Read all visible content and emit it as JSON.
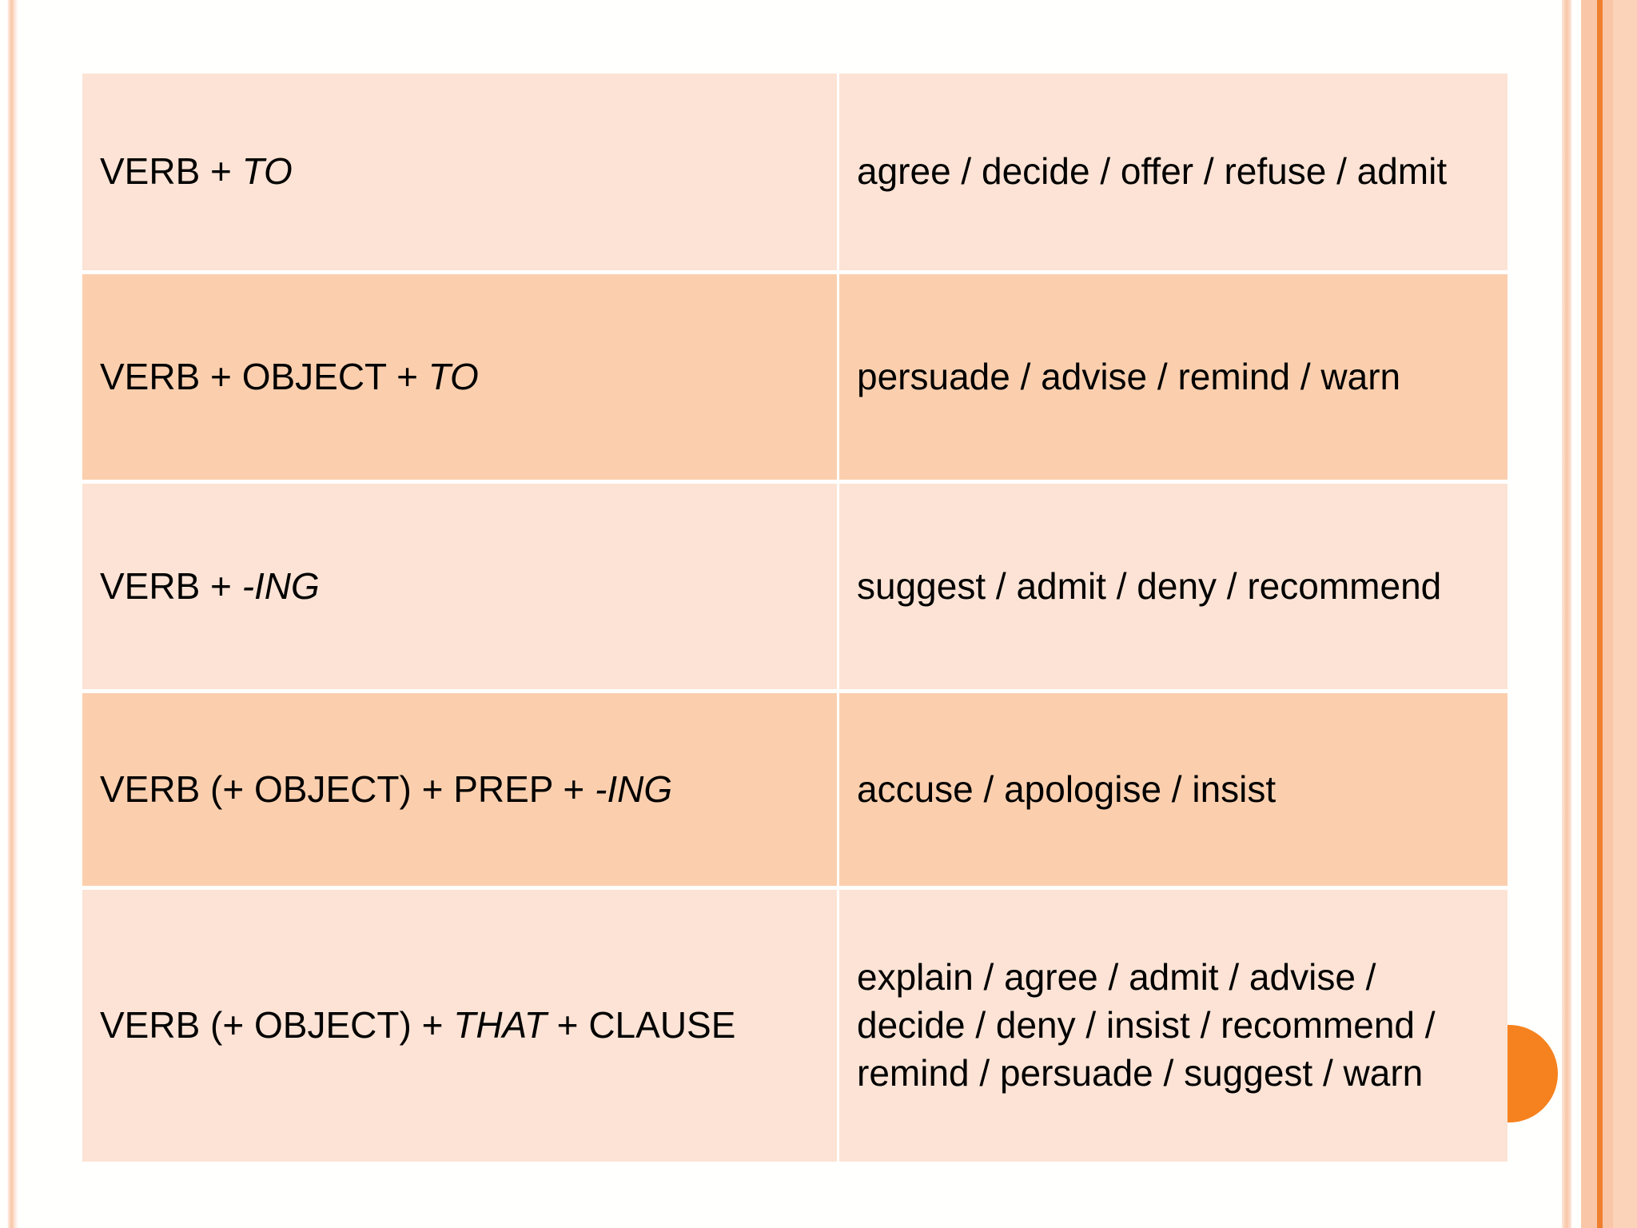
{
  "slide": {
    "decoration": {
      "accent_circle_color": "#F5821F",
      "border_stripe_color": "#F9C7A8",
      "border_accent_color": "#EF7F2E"
    },
    "table": {
      "row_color_light": "#FCE3D5",
      "row_color_dark": "#FBCFAE",
      "rows": [
        {
          "pattern_prefix": "VERB + ",
          "pattern_italic": "TO",
          "pattern_suffix": "",
          "verbs": "agree / decide / offer / refuse / admit"
        },
        {
          "pattern_prefix": "VERB + OBJECT + ",
          "pattern_italic": "TO",
          "pattern_suffix": "",
          "verbs": "persuade / advise / remind / warn"
        },
        {
          "pattern_prefix": "VERB + ",
          "pattern_italic": "-ING",
          "pattern_suffix": "",
          "verbs": "suggest / admit / deny / recommend"
        },
        {
          "pattern_prefix": "VERB (+ OBJECT) + PREP + ",
          "pattern_italic": "-ING",
          "pattern_suffix": "",
          "verbs": "accuse / apologise / insist"
        },
        {
          "pattern_prefix": "VERB (+ OBJECT) + ",
          "pattern_italic": "THAT",
          "pattern_suffix": " + CLAUSE",
          "verbs": "explain / agree / admit / advise / decide / deny / insist / recommend / remind / persuade / suggest / warn"
        }
      ]
    }
  }
}
